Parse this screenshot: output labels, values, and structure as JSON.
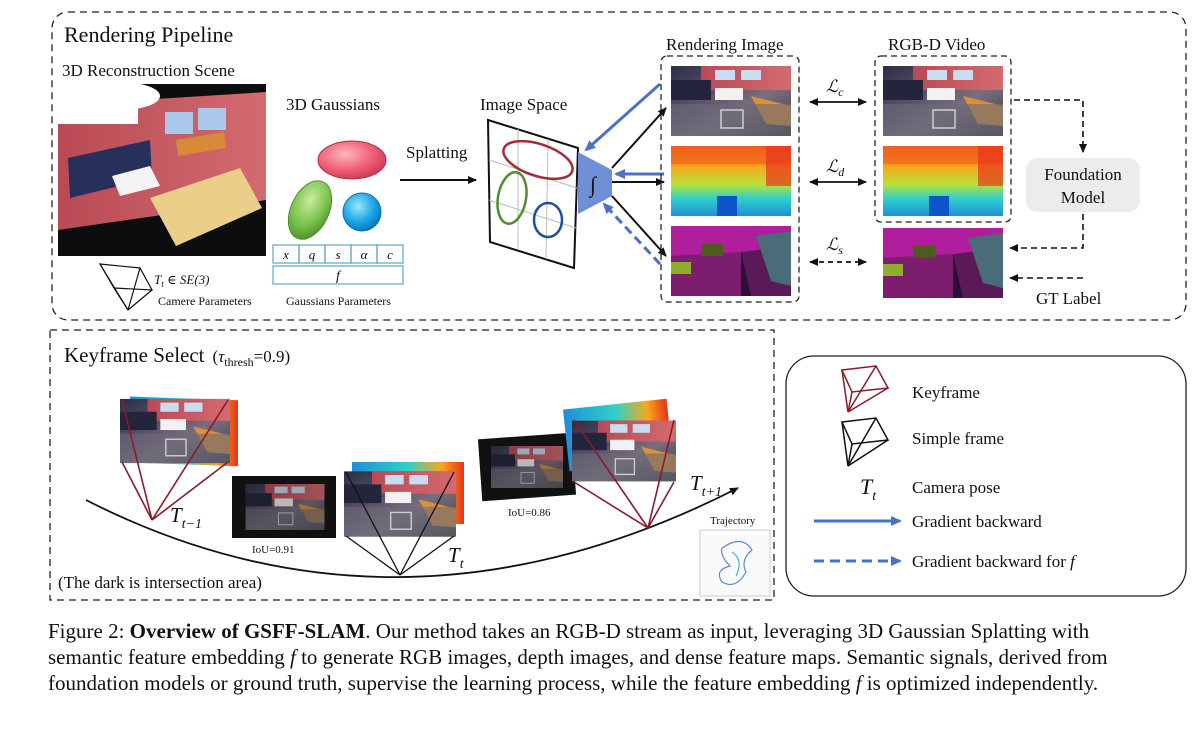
{
  "pipeline": {
    "title": "Rendering Pipeline",
    "scene_label": "3D Reconstruction Scene",
    "gaussians_label": "3D Gaussians",
    "splatting_label": "Splatting",
    "image_space_label": "Image Space",
    "integral_symbol": "∫",
    "camera_pose_formula": "T",
    "camera_pose_sub": "t",
    "camera_pose_set": " ∈ SE(3)",
    "camera_params_label": "Camere Parameters",
    "gauss_params": [
      "x",
      "q",
      "s",
      "α",
      "c"
    ],
    "gauss_feature": "f",
    "gauss_params_label": "Gaussians Parameters",
    "rendering_image_label": "Rendering Image",
    "rgbd_label": "RGB-D Video",
    "loss_c": "c",
    "loss_d": "d",
    "loss_s": "s",
    "loss_symbol": "ℒ",
    "foundation_model_line1": "Foundation",
    "foundation_model_line2": "Model",
    "gt_label": "GT Label"
  },
  "keyframe": {
    "title": "Keyframe Select",
    "thresh_symbol": "τ",
    "thresh_sub": "thresh",
    "thresh_value": "=0.9)",
    "thresh_open": "(",
    "iou_1": "IoU=0.91",
    "iou_2": "IoU=0.86",
    "pose_prev_sub": "t−1",
    "pose_cur_sub": "t",
    "pose_next_sub": "t+1",
    "pose_symbol": "T",
    "dark_note": "(The dark is intersection area)",
    "trajectory_label": "Trajectory"
  },
  "legend": {
    "keyframe": "Keyframe",
    "simple_frame": "Simple frame",
    "camera_pose_symbol": "T",
    "camera_pose_sub": "t",
    "camera_pose": "Camera pose",
    "gradient_backward": "Gradient backward",
    "gradient_backward_f": "Gradient backward for ",
    "gradient_backward_f_symbol": "f"
  },
  "caption": {
    "prefix": "Figure 2: ",
    "bold": "Overview of GSFF-SLAM",
    "text1": ". Our method takes an RGB-D stream as input, leveraging 3D Gaussian Splatting with semantic feature embedding ",
    "f1": "f",
    "text2": " to generate RGB images, depth images, and dense feature maps. Semantic signals, derived from foundation models or ground truth, supervise the learning process, while the feature embedding ",
    "f2": "f",
    "text3": " is optimized independently."
  },
  "colors": {
    "keyframe_red": "#8b1a2b",
    "gradient_blue": "#4a72c4",
    "integral_blue": "#6f8fd6"
  }
}
